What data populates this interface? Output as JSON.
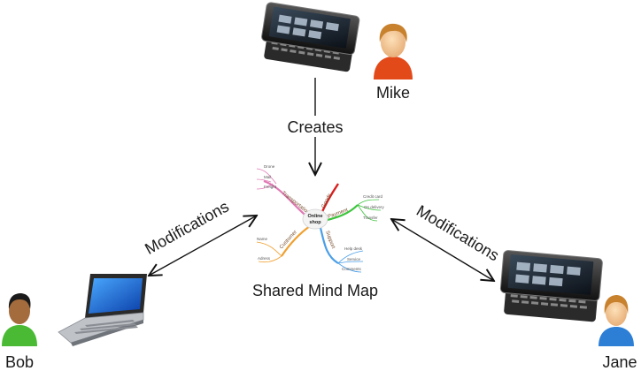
{
  "people": {
    "mike": "Mike",
    "bob": "Bob",
    "jane": "Jane"
  },
  "edges": {
    "creates": "Creates",
    "modifications_left": "Modifications",
    "modifications_right": "Modifications"
  },
  "mindmap": {
    "caption": "Shared Mind Map",
    "center_line1": "Online",
    "center_line2": "shop",
    "branches": {
      "transportation": "Transportation",
      "transport_items": [
        "Drone",
        "Mail",
        "Freight"
      ],
      "goods": "Goods",
      "payment": "Payment",
      "payment_items": [
        "Credit card",
        "On delivery",
        "Transfer"
      ],
      "customer": "Customer",
      "customer_items": [
        "Name",
        "Adress"
      ],
      "support": "Support",
      "support_items": [
        "Help desk",
        "Service",
        "Comments"
      ]
    }
  },
  "icons": {
    "device_top": "smartphone-icon",
    "device_right": "smartphone-icon",
    "device_left": "laptop-icon",
    "person_mike": "person-icon",
    "person_bob": "person-icon",
    "person_jane": "person-icon"
  },
  "colors": {
    "transportation": "#e07ab4",
    "goods": "#d81e1e",
    "payment": "#3cc43c",
    "customer": "#f0a030",
    "support": "#4a9ee8"
  }
}
